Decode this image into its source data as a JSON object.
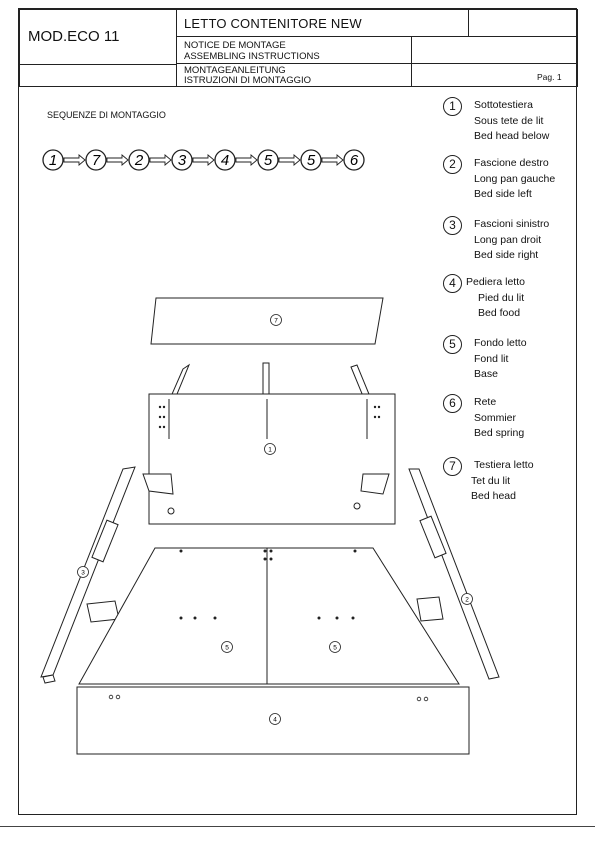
{
  "header": {
    "model": "MOD.ECO 11",
    "product": "LETTO CONTENITORE NEW",
    "notices": [
      "NOTICE DE MONTAGE",
      "ASSEMBLING INSTRUCTIONS",
      "MONTAGEANLEITUNG",
      "ISTRUZIONI DI MONTAGGIO"
    ],
    "page": "Pag. 1"
  },
  "sequence": {
    "title": "SEQUENZE DI MONTAGGIO",
    "steps": [
      "1",
      "7",
      "2",
      "3",
      "4",
      "5",
      "5",
      "6"
    ]
  },
  "legend": [
    {
      "num": "1",
      "lines": [
        "Sottotestiera",
        "Sous tete de lit",
        "Bed head below"
      ]
    },
    {
      "num": "2",
      "lines": [
        "Fascione destro",
        "Long pan gauche",
        "Bed side left"
      ]
    },
    {
      "num": "3",
      "lines": [
        "Fascioni sinistro",
        "Long pan droit",
        "Bed side right"
      ]
    },
    {
      "num": "4",
      "lines": [
        "Pediera letto",
        "Pied du lit",
        "Bed food"
      ]
    },
    {
      "num": "5",
      "lines": [
        "Fondo letto",
        "Fond lit",
        "Base"
      ]
    },
    {
      "num": "6",
      "lines": [
        "Rete",
        "Sommier",
        "Bed spring"
      ]
    },
    {
      "num": "7",
      "lines": [
        "Testiera letto",
        "Tet du lit",
        "Bed head"
      ]
    }
  ],
  "diagram_labels": {
    "headboard": "7",
    "head_below": "1",
    "side_left_panel": "3",
    "side_right_panel": "2",
    "base_left": "5",
    "base_right": "5",
    "footboard": "4"
  }
}
